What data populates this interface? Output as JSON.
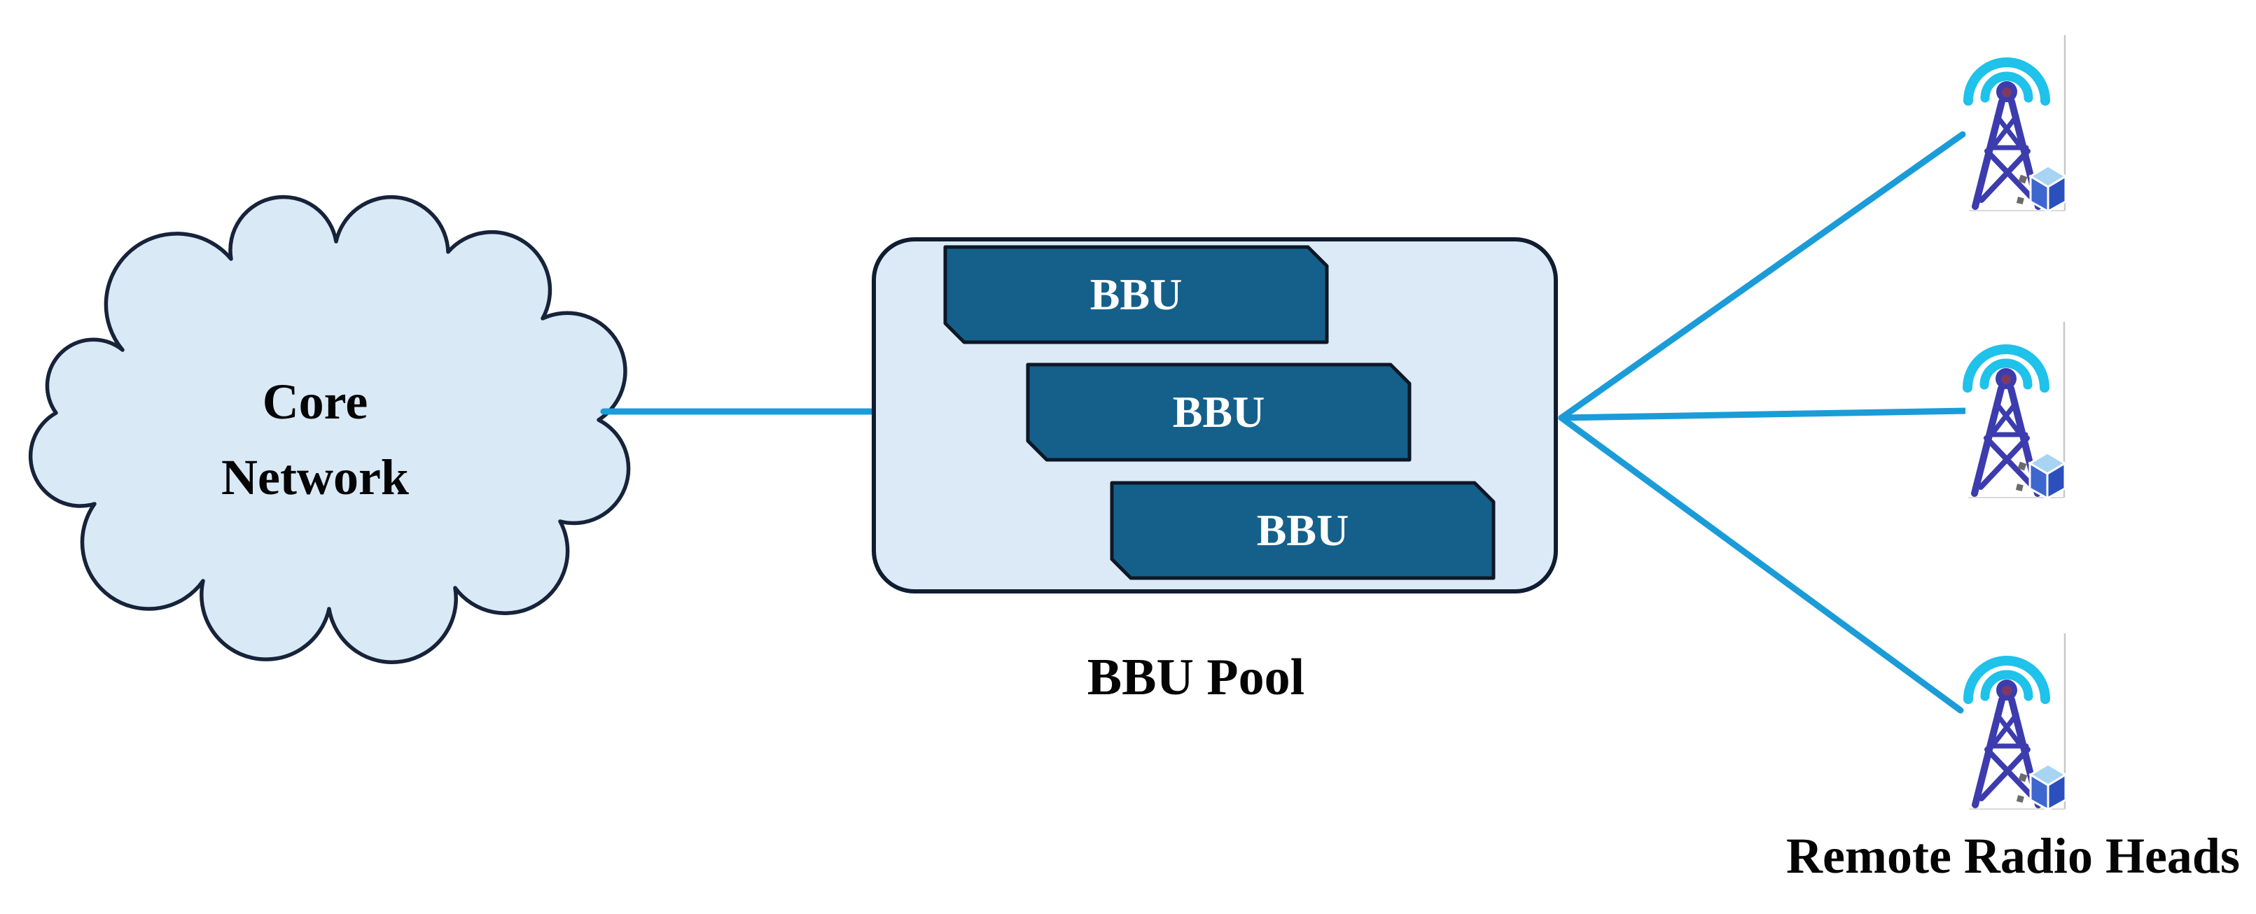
{
  "diagram": {
    "kind": "network-architecture",
    "core_network": {
      "label_line1": "Core",
      "label_line2": "Network"
    },
    "bbu_pool": {
      "label": "BBU Pool",
      "units": [
        {
          "label": "BBU"
        },
        {
          "label": "BBU"
        },
        {
          "label": "BBU"
        }
      ]
    },
    "remote_radio_heads": {
      "label": "Remote Radio Heads",
      "tower_count": 3
    },
    "links": {
      "core_to_pool_count": 1,
      "pool_to_rrh_count": 3
    },
    "colors": {
      "background": "#ffffff",
      "node_fill": "#d9e9f6",
      "node_outline": "#16233a",
      "bbu_fill": "#15608a",
      "bbu_outline": "#0d1726",
      "bbu_text": "#ffffff",
      "link": "#1b9cd8",
      "tower_body": "#3c3cae",
      "tower_waves": "#1ec2ea",
      "rrh_cube_top": "#a6d4f2",
      "rrh_cube_left": "#3e66cf",
      "rrh_cube_right": "#2b50bd",
      "label_text": "#050505"
    }
  }
}
